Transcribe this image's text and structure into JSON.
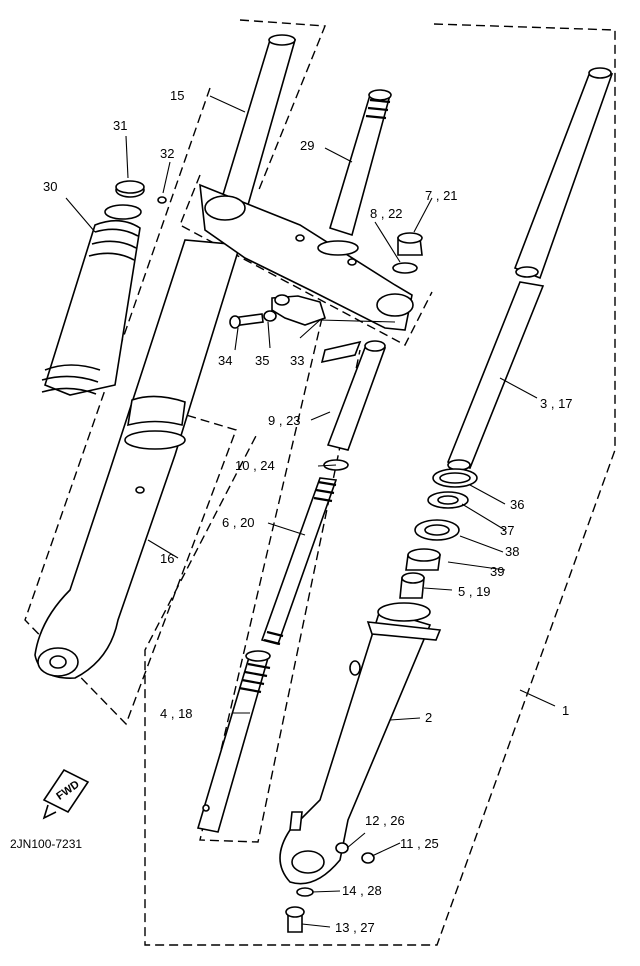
{
  "callouts": {
    "c1": "1",
    "c2": "2",
    "c3": "3 , 17",
    "c4": "4 , 18",
    "c5": "5 , 19",
    "c6": "6 , 20",
    "c7": "7 , 21",
    "c8": "8 , 22",
    "c9": "9 , 23",
    "c10": "10 , 24",
    "c11": "11 , 25",
    "c12": "12 , 26",
    "c13": "13 , 27",
    "c14": "14 , 28",
    "c15": "15",
    "c16": "16",
    "c29": "29",
    "c30": "30",
    "c31": "31",
    "c32": "32",
    "c33": "33",
    "c34": "34",
    "c35": "35",
    "c36": "36",
    "c37": "37",
    "c38": "38",
    "c39": "39"
  },
  "fwd_label": "FWD",
  "diagram_code": "2JN100-7231"
}
